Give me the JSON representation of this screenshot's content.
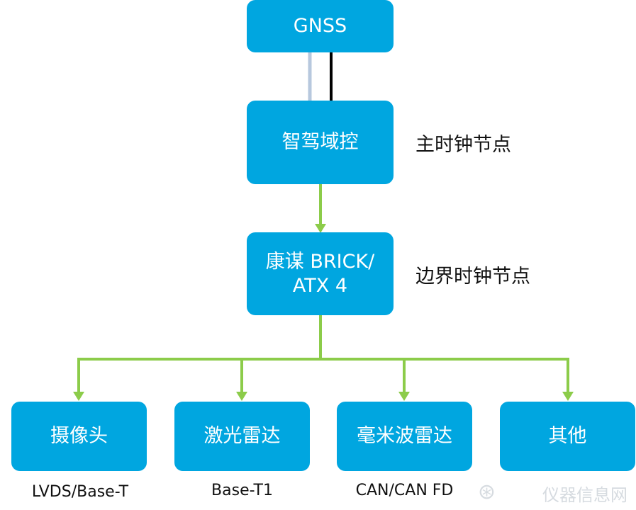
{
  "colors": {
    "box_fill": "#00a6e0",
    "arrow_green": "#8ccc4a",
    "cable_light": "#b7c8de",
    "cable_dark": "#000000"
  },
  "nodes": {
    "gnss": "GNSS",
    "adas_domain": "智驾域控",
    "brick": "康谋 BRICK/\nATX 4",
    "camera": "摄像头",
    "lidar": "激光雷达",
    "radar": "毫米波雷达",
    "other": "其他"
  },
  "side_labels": {
    "master_clock": "主时钟节点",
    "boundary_clock": "边界时钟节点"
  },
  "interfaces": {
    "camera": "LVDS/Base-T",
    "lidar": "Base-T1",
    "radar": "CAN/CAN FD"
  },
  "watermark": "仪器信息网"
}
